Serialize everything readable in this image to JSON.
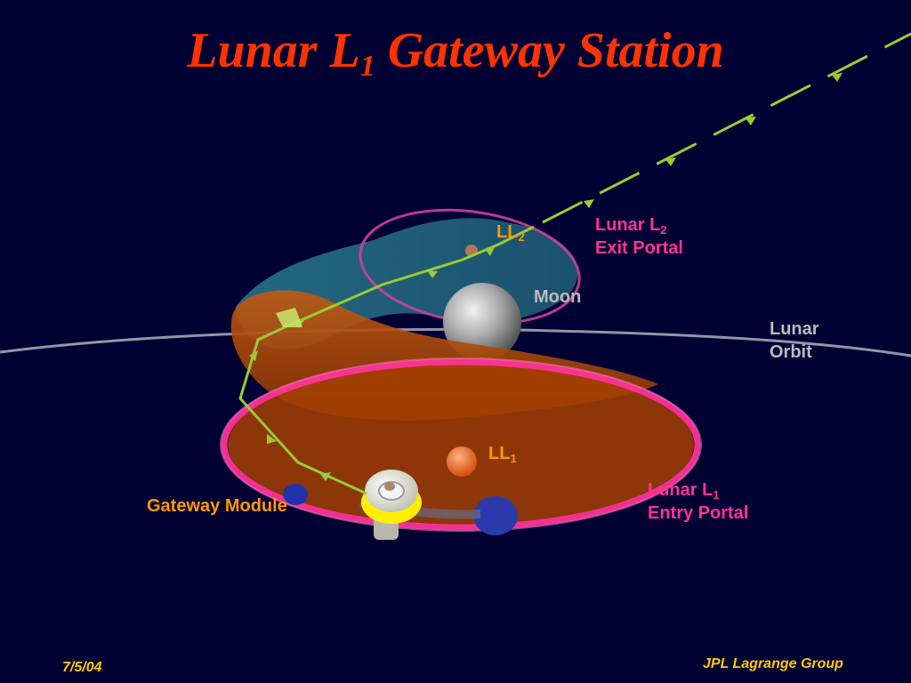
{
  "title": {
    "prefix": "Lunar L",
    "sub": "1",
    "suffix": " Gateway Station"
  },
  "labels": {
    "ll2": {
      "text": "LL",
      "sub": "2"
    },
    "ll1": {
      "text": "LL",
      "sub": "1"
    },
    "exit_portal": {
      "line1_text": "Lunar L",
      "line1_sub": "2",
      "line2": "Exit Portal"
    },
    "moon": "Moon",
    "lunar_orbit": {
      "line1": "Lunar",
      "line2": "Orbit"
    },
    "entry_portal": {
      "line1_text": "Lunar L",
      "line1_sub": "1",
      "line2": "Entry Portal"
    },
    "gateway_module": "Gateway Module"
  },
  "footer": {
    "date": "7/5/04",
    "group": "JPL Lagrange Group"
  },
  "colors": {
    "background": "#000033",
    "title": "#FF3300",
    "ll_labels": "#FF9900",
    "portal_labels": "#FF3399",
    "moon_orbit_labels": "#BBBBBB",
    "footer": "#FFCC00",
    "trajectory": "#99CC33",
    "l1_manifold": "#CC5500",
    "l2_manifold": "#2A8A9A"
  }
}
